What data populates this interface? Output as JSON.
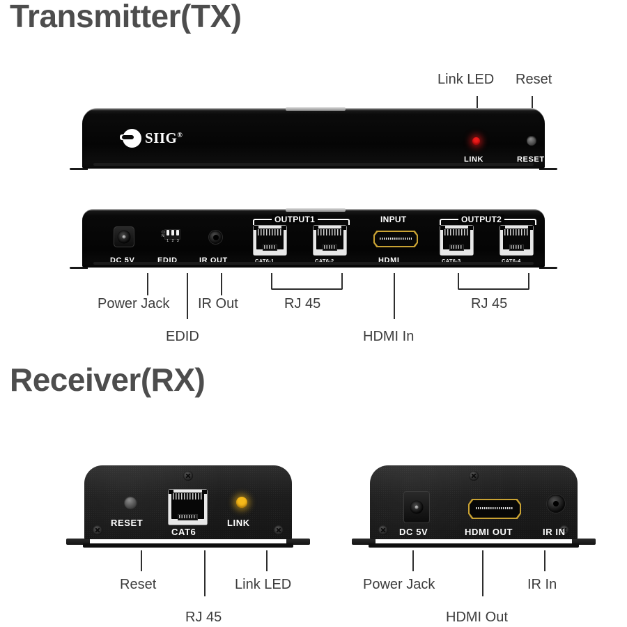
{
  "sections": {
    "tx_heading": "Transmitter(TX)",
    "rx_heading": "Receiver(RX)"
  },
  "colors": {
    "heading": "#4d4d4d",
    "callout": "#3b3b3b",
    "led_link_tx": "#f11b1b",
    "led_link_rx": "#f5b91a",
    "hdmi_gold": "#c9a233",
    "chassis_black": "#0a0a0a",
    "rj45_silver": "#e8e8e8"
  },
  "tx_front": {
    "brand": "SIIG",
    "brand_mark": "siig-logo-icon",
    "trademark": "®",
    "indicators": [
      {
        "id": "link",
        "caption": "LINK",
        "type": "led",
        "color": "#f11b1b"
      },
      {
        "id": "reset",
        "caption": "RESET",
        "type": "button"
      }
    ],
    "callouts": [
      {
        "id": "link-led",
        "label": "Link LED"
      },
      {
        "id": "reset",
        "label": "Reset"
      }
    ]
  },
  "tx_rear": {
    "group_labels": [
      {
        "id": "output1",
        "label": "OUTPUT1"
      },
      {
        "id": "input",
        "label": "INPUT"
      },
      {
        "id": "output2",
        "label": "OUTPUT2"
      }
    ],
    "ports": [
      {
        "id": "dc5v",
        "caption": "DC 5V",
        "sub": ""
      },
      {
        "id": "edid",
        "caption": "EDID",
        "sub": ""
      },
      {
        "id": "irout",
        "caption": "IR OUT",
        "sub": ""
      },
      {
        "id": "cat6-1",
        "caption": "",
        "sub": "CAT6-1"
      },
      {
        "id": "cat6-2",
        "caption": "",
        "sub": "CAT6-2"
      },
      {
        "id": "hdmi",
        "caption": "",
        "sub": "HDMI"
      },
      {
        "id": "cat6-3",
        "caption": "",
        "sub": "CAT6-3"
      },
      {
        "id": "cat6-4",
        "caption": "",
        "sub": "CAT6-4"
      }
    ],
    "edid_switch": {
      "on_marking": "O\nN",
      "numbers": [
        "1",
        "2",
        "3"
      ],
      "count": 3
    },
    "callouts": [
      {
        "id": "power-jack",
        "label": "Power Jack"
      },
      {
        "id": "edid",
        "label": "EDID"
      },
      {
        "id": "ir-out",
        "label": "IR Out"
      },
      {
        "id": "rj45-left",
        "label": "RJ 45"
      },
      {
        "id": "hdmi-in",
        "label": "HDMI In"
      },
      {
        "id": "rj45-right",
        "label": "RJ 45"
      }
    ]
  },
  "rx_left": {
    "captions": [
      {
        "id": "reset",
        "label": "RESET"
      },
      {
        "id": "cat6",
        "label": "CAT6"
      },
      {
        "id": "link",
        "label": "LINK"
      }
    ],
    "callouts": [
      {
        "id": "reset",
        "label": "Reset"
      },
      {
        "id": "rj45",
        "label": "RJ 45"
      },
      {
        "id": "link-led",
        "label": "Link LED"
      }
    ]
  },
  "rx_right": {
    "captions": [
      {
        "id": "dc5v",
        "label": "DC 5V"
      },
      {
        "id": "hdmi-out",
        "label": "HDMI OUT"
      },
      {
        "id": "ir-in",
        "label": "IR IN"
      }
    ],
    "callouts": [
      {
        "id": "power-jack",
        "label": "Power Jack"
      },
      {
        "id": "hdmi-out",
        "label": "HDMI Out"
      },
      {
        "id": "ir-in",
        "label": "IR In"
      }
    ]
  }
}
